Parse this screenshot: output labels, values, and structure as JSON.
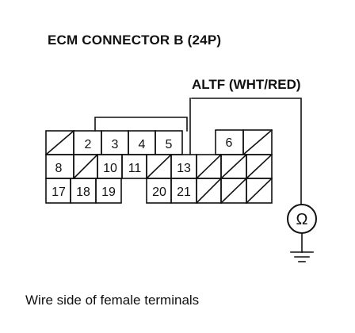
{
  "title": "ECM CONNECTOR B (24P)",
  "wire_label": "ALTF (WHT/RED)",
  "caption": "Wire side of female terminals",
  "meter_symbol": "Ω",
  "terminals": {
    "row1": [
      "",
      "2",
      "3",
      "4",
      "5",
      "",
      "6",
      ""
    ],
    "row2": [
      "8",
      "",
      "10",
      "11",
      "",
      "13",
      "",
      "",
      ""
    ],
    "row3": [
      "17",
      "18",
      "19",
      "",
      "20",
      "21",
      "",
      "",
      ""
    ]
  },
  "icons": {
    "ohmmeter": "ohmmeter-icon",
    "ground": "ground-icon"
  }
}
